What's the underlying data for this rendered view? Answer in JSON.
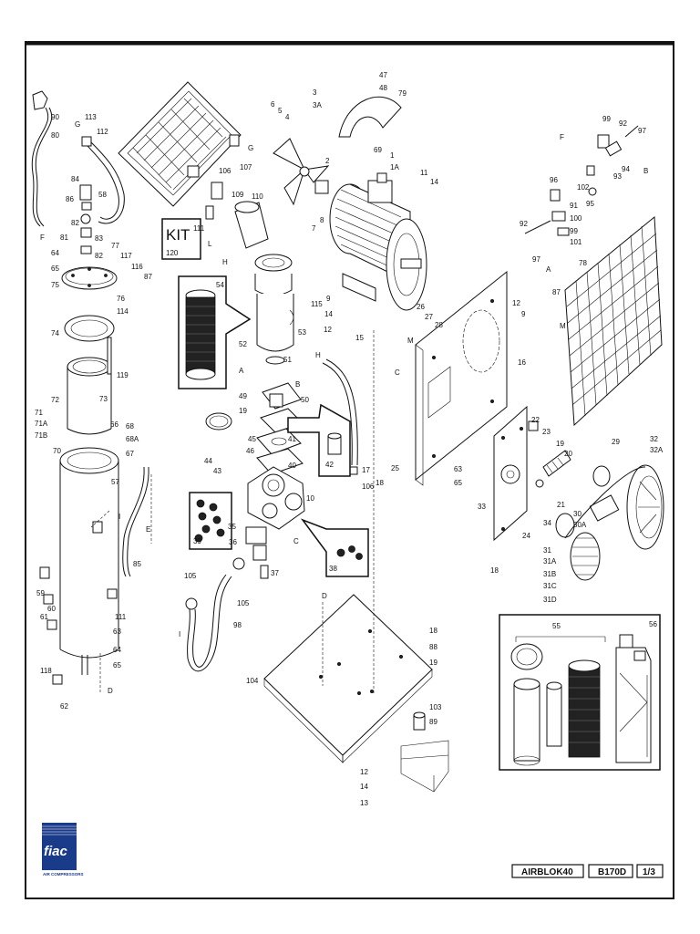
{
  "title_block": {
    "model": "AIRBLOK40",
    "code": "B170D",
    "page": "1/3"
  },
  "kit_box": {
    "label": "KIT",
    "number": "120"
  },
  "logo": {
    "brand": "fiac",
    "tagline": "AIR COMPRESSORS",
    "color": "#1a3a8a"
  },
  "callouts": [
    "90",
    "80",
    "113",
    "112",
    "G",
    "84",
    "58",
    "86",
    "82",
    "83",
    "82",
    "81",
    "F",
    "64",
    "65",
    "75",
    "77",
    "117",
    "116",
    "87",
    "76",
    "114",
    "74",
    "119",
    "72",
    "73",
    "71",
    "71A",
    "71B",
    "70",
    "66",
    "68",
    "68A",
    "67",
    "57",
    "I",
    "E",
    "85",
    "59",
    "60",
    "61",
    "111",
    "63",
    "64",
    "65",
    "118",
    "62",
    "D",
    "106",
    "107",
    "109",
    "110",
    "111",
    "L",
    "H",
    "G",
    "54",
    "52",
    "A",
    "53",
    "51",
    "115",
    "9",
    "14",
    "12",
    "B",
    "49",
    "19",
    "50",
    "45",
    "46",
    "44",
    "43",
    "41",
    "42",
    "40",
    "17",
    "106",
    "39",
    "35",
    "36",
    "37",
    "C",
    "38",
    "10",
    "105",
    "105",
    "98",
    "I",
    "104",
    "D",
    "18",
    "88",
    "19",
    "103",
    "89",
    "12",
    "14",
    "13",
    "6",
    "5",
    "4",
    "3",
    "3A",
    "7",
    "8",
    "2",
    "47",
    "48",
    "79",
    "69",
    "1",
    "1A",
    "11",
    "14",
    "15",
    "H",
    "26",
    "27",
    "28",
    "M",
    "C",
    "12",
    "9",
    "16",
    "25",
    "18",
    "63",
    "65",
    "22",
    "23",
    "19",
    "20",
    "21",
    "33",
    "34",
    "24",
    "18",
    "29",
    "32",
    "32A",
    "30",
    "30A",
    "31",
    "31A",
    "31B",
    "31C",
    "31D",
    "99",
    "92",
    "97",
    "96",
    "93",
    "94",
    "102",
    "91",
    "95",
    "100",
    "99",
    "101",
    "92",
    "97",
    "A",
    "B",
    "F",
    "87",
    "78",
    "M",
    "55",
    "56"
  ]
}
